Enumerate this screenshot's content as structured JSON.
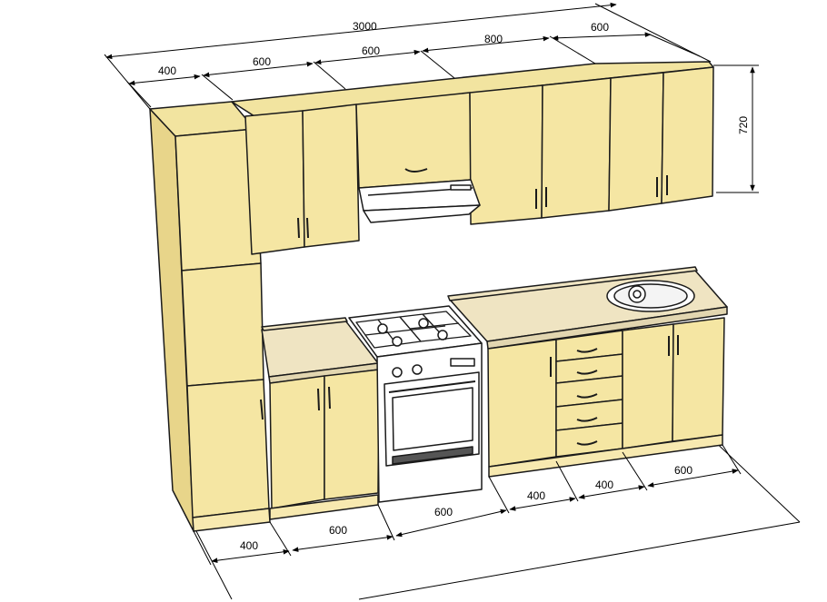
{
  "colors": {
    "cabinet": "#f5e6a3",
    "cabinet_side": "#e8d58a",
    "plinth": "#f7e9b0",
    "countertop": "#efe4c2",
    "appliance": "#ffffff",
    "outline": "#1a1a1a"
  },
  "dimensions": {
    "top_total": "3000",
    "top_400": "400",
    "top_600_a": "600",
    "top_600_b": "600",
    "top_800": "800",
    "top_600_c": "600",
    "height_720": "720",
    "bottom_400_a": "400",
    "bottom_600_a": "600",
    "bottom_600_b": "600",
    "bottom_400_b": "400",
    "bottom_400_c": "400",
    "bottom_600_c": "600"
  },
  "icons": [
    "range-hood-icon",
    "gas-hob-icon",
    "oven-icon",
    "sink-icon",
    "cabinet-handle-icon"
  ]
}
